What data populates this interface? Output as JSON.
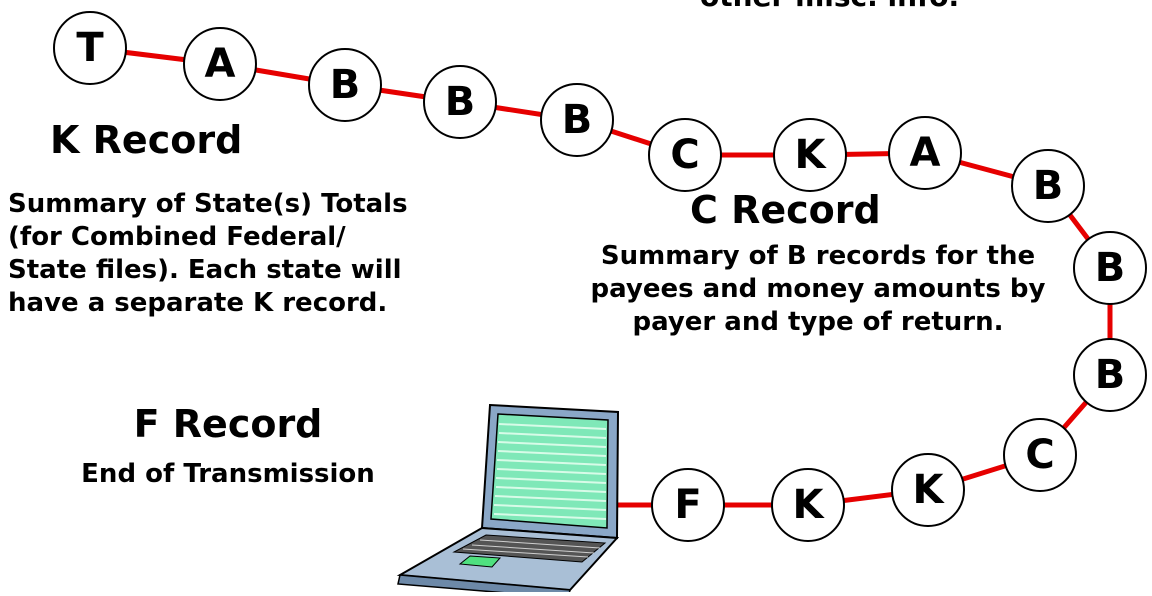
{
  "top_partial_text": "other misc. info.",
  "k_record": {
    "title": "K Record",
    "description_lines": [
      "Summary of State(s) Totals",
      "(for Combined Federal/",
      "State files).  Each state will",
      "have a separate K record."
    ]
  },
  "c_record": {
    "title": "C Record",
    "description": "Summary of B records for the payees and money amounts by payer and type of return."
  },
  "f_record": {
    "title": "F Record",
    "description": "End of Transmission"
  },
  "chain": [
    "T",
    "A",
    "B",
    "B",
    "B",
    "C",
    "K",
    "A",
    "B",
    "B",
    "B",
    "C",
    "K",
    "K",
    "F"
  ],
  "colors": {
    "link": "#e60000",
    "screen": "#7fe8b8",
    "laptop": "#8aa7c7"
  }
}
